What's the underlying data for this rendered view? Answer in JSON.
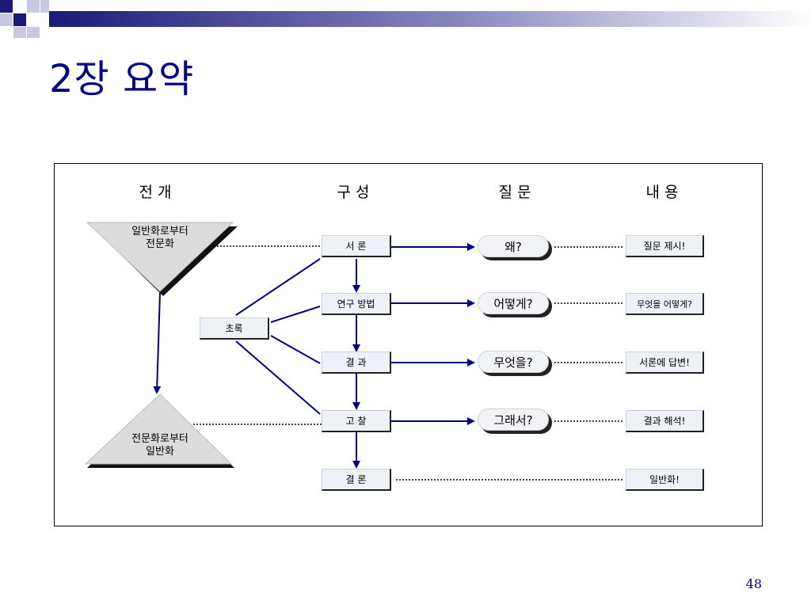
{
  "slide": {
    "title": "2장 요약",
    "page_number": "48"
  },
  "columns": {
    "development": "전 개",
    "structure": "구 성",
    "question": "질 문",
    "content": "내 용"
  },
  "triangles": {
    "top": "일반화로부터\n전문화",
    "bottom": "전문화로부터\n일반화"
  },
  "abstract": "초록",
  "sections": [
    "서 론",
    "연구 방법",
    "결 과",
    "고 찰",
    "결 론"
  ],
  "questions": [
    "왜?",
    "어떻게?",
    "무엇을?",
    "그래서?"
  ],
  "contents": [
    "질문 제시!",
    "무엇을 어떻게?",
    "서론에 답변!",
    "결과 해석!",
    "일반화!"
  ],
  "colors": {
    "title": "#00008b",
    "arrow": "#000080",
    "node_fill": "#eef1f6",
    "triangle_fill": "#dcdcdc"
  }
}
